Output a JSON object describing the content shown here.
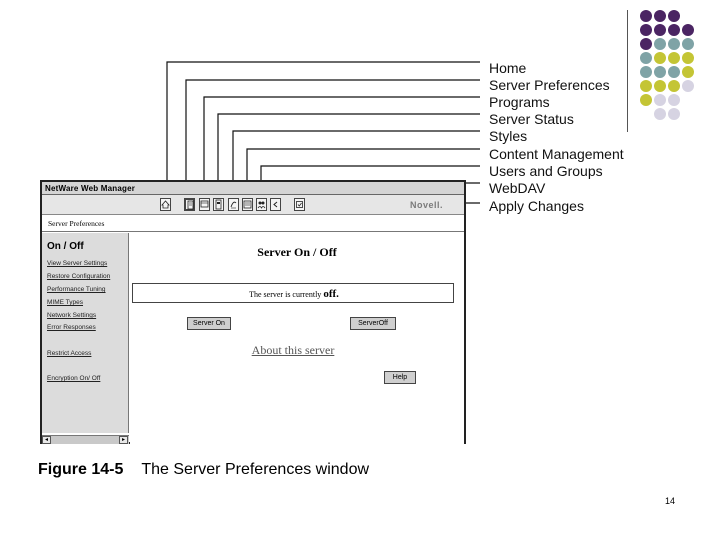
{
  "callouts": [
    "Home",
    "Server Preferences",
    "Programs",
    "Server Status",
    "Styles",
    "Content Management",
    "Users and Groups",
    "WebDAV",
    "Apply Changes"
  ],
  "window": {
    "title": "NetWare Web Manager",
    "brand": "Novell.",
    "page_label": "Server Preferences",
    "toolbar_icons": [
      "home-icon",
      "server-preferences-icon",
      "programs-icon",
      "server-status-icon",
      "styles-icon",
      "content-management-icon",
      "users-groups-icon",
      "webdav-icon",
      "apply-changes-icon"
    ]
  },
  "sidebar": {
    "heading": "On / Off",
    "links": [
      "View Server Settings",
      "Restore Configuration",
      "Performance Tuning",
      "MIME Types",
      "Network Settings",
      "Error Responses",
      "Restrict Access",
      "Encryption On/ Off"
    ]
  },
  "main": {
    "title": "Server On / Off",
    "status_prefix": "The server is currently",
    "status_value": "off.",
    "server_on_label": "Server On",
    "server_off_label": "ServerOff",
    "about_link": "About this server",
    "help_label": "Help"
  },
  "caption": {
    "figure": "Figure 14-5",
    "text": "The Server Preferences window"
  },
  "page_number": "14",
  "colors": {
    "purple": "#4b2563",
    "teal": "#7fa3a6",
    "olive": "#c4c535",
    "lavender": "#d6d3e2"
  }
}
